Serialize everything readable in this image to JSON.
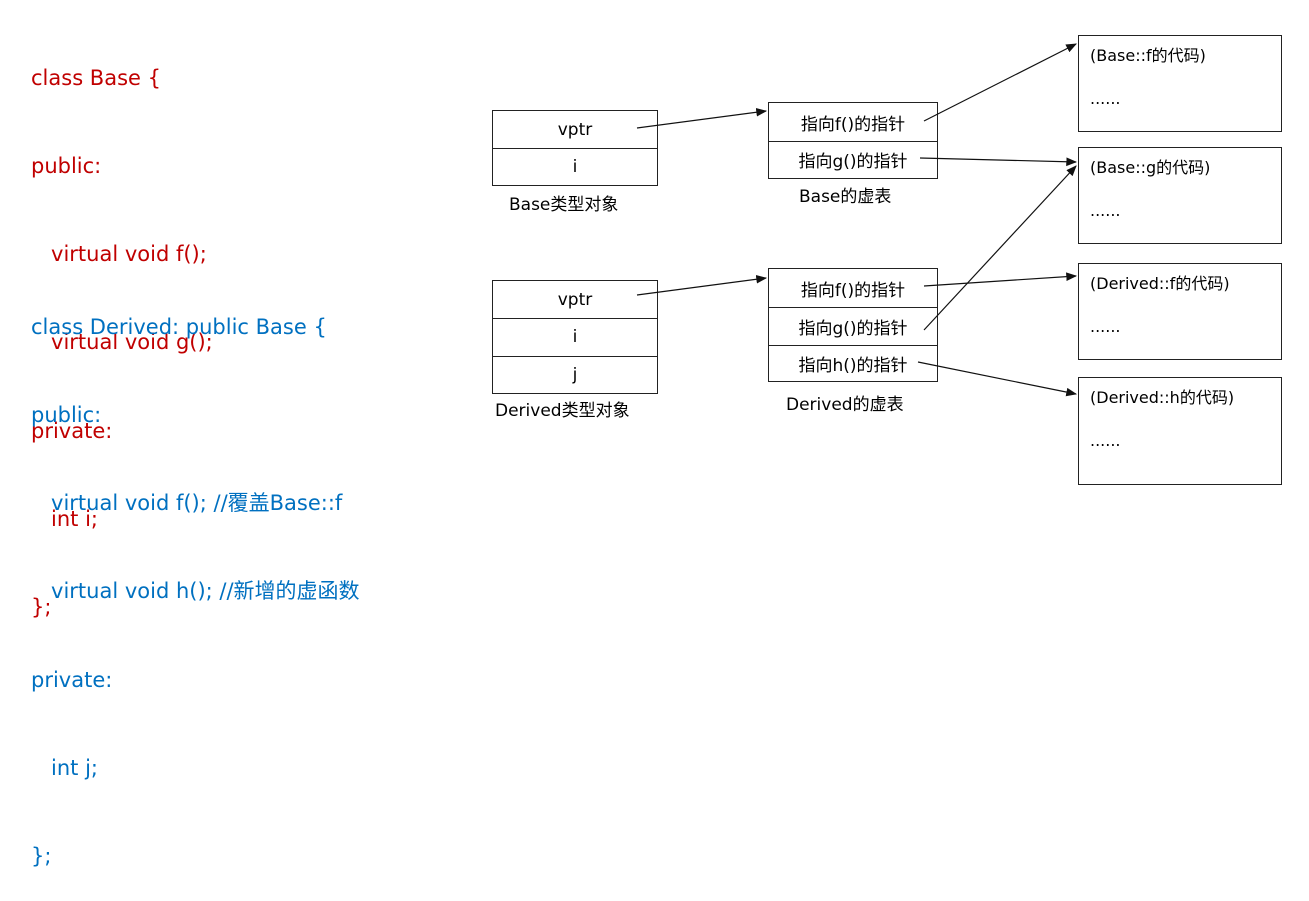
{
  "code": {
    "base_lines": [
      "class Base {",
      "public:",
      "   virtual void f();",
      "   virtual void g();",
      "private:",
      "   int i;",
      "};"
    ],
    "derived_lines": [
      "class Derived: public Base {",
      "public:",
      "   virtual void f(); //覆盖Base::f",
      "   virtual void h(); //新增的虚函数",
      "private:",
      "   int j;",
      "};"
    ],
    "base_color": "#c00000",
    "derived_color": "#0070c0"
  },
  "base_object": {
    "fields": [
      "vptr",
      "i"
    ],
    "caption": "Base类型对象"
  },
  "base_vtable": {
    "entries": [
      "指向f()的指针",
      "指向g()的指针"
    ],
    "caption": "Base的虚表"
  },
  "derived_object": {
    "fields": [
      "vptr",
      "i",
      "j"
    ],
    "caption": "Derived类型对象"
  },
  "derived_vtable": {
    "entries": [
      "指向f()的指针",
      "指向g()的指针",
      "指向h()的指针"
    ],
    "caption": "Derived的虚表"
  },
  "code_boxes": [
    {
      "title": "(Base::f的代码)",
      "dots": "......"
    },
    {
      "title": "(Base::g的代码)",
      "dots": "......"
    },
    {
      "title": "(Derived::f的代码)",
      "dots": "......"
    },
    {
      "title": "(Derived::h的代码)",
      "dots": "......"
    }
  ]
}
